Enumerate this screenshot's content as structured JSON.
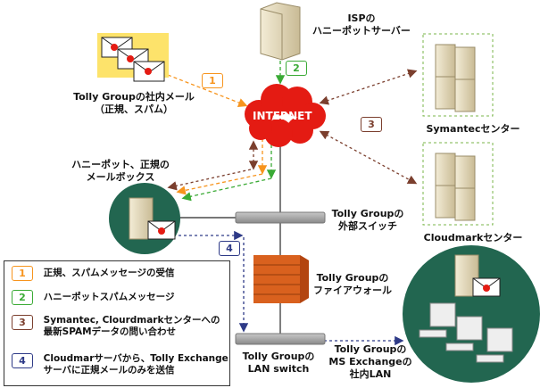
{
  "diagram": {
    "internet_label": "INTERNET",
    "nodes": {
      "isp": {
        "line1": "ISPの",
        "line2": "ハニーポットサーバー"
      },
      "internal_mail": {
        "line1": "Tolly Groupの社内メール",
        "line2": "（正規、スパム）"
      },
      "honeypot_mailbox": {
        "line1": "ハニーポット、正規の",
        "line2": "メールボックス"
      },
      "symantec": {
        "label": "Symantecセンター"
      },
      "cloudmark": {
        "label": "Cloudmarkセンター"
      },
      "external_switch": {
        "line1": "Tolly Groupの",
        "line2": "外部スイッチ"
      },
      "firewall": {
        "line1": "Tolly Groupの",
        "line2": "ファイアウォール"
      },
      "lan_switch": {
        "line1": "Tolly Groupの",
        "line2": "LAN switch"
      },
      "ms_exchange": {
        "line1": "Tolly Groupの",
        "line2": "MS Exchangeの",
        "line3": "社内LAN"
      }
    },
    "badges": [
      "1",
      "2",
      "3",
      "4"
    ],
    "colors": {
      "flow1": "#f7941d",
      "flow2": "#3aaa35",
      "flow3": "#7b3f2e",
      "flow4": "#2e3a87",
      "internet": "#e41b13",
      "lan_circle": "#226650"
    }
  },
  "legend": {
    "items": [
      {
        "num": "1",
        "line1": "正規、スパムメッセージの受信",
        "line2": ""
      },
      {
        "num": "2",
        "line1": "ハニーポットスパムメッセージ",
        "line2": ""
      },
      {
        "num": "3",
        "line1": "Symantec, Clourdmarkセンターへの",
        "line2": "最新SPAMデータの問い合わせ"
      },
      {
        "num": "4",
        "line1": "Cloudmarサーバから、Tolly Exchange",
        "line2": "サーバに正規メールのみを送信"
      }
    ]
  }
}
